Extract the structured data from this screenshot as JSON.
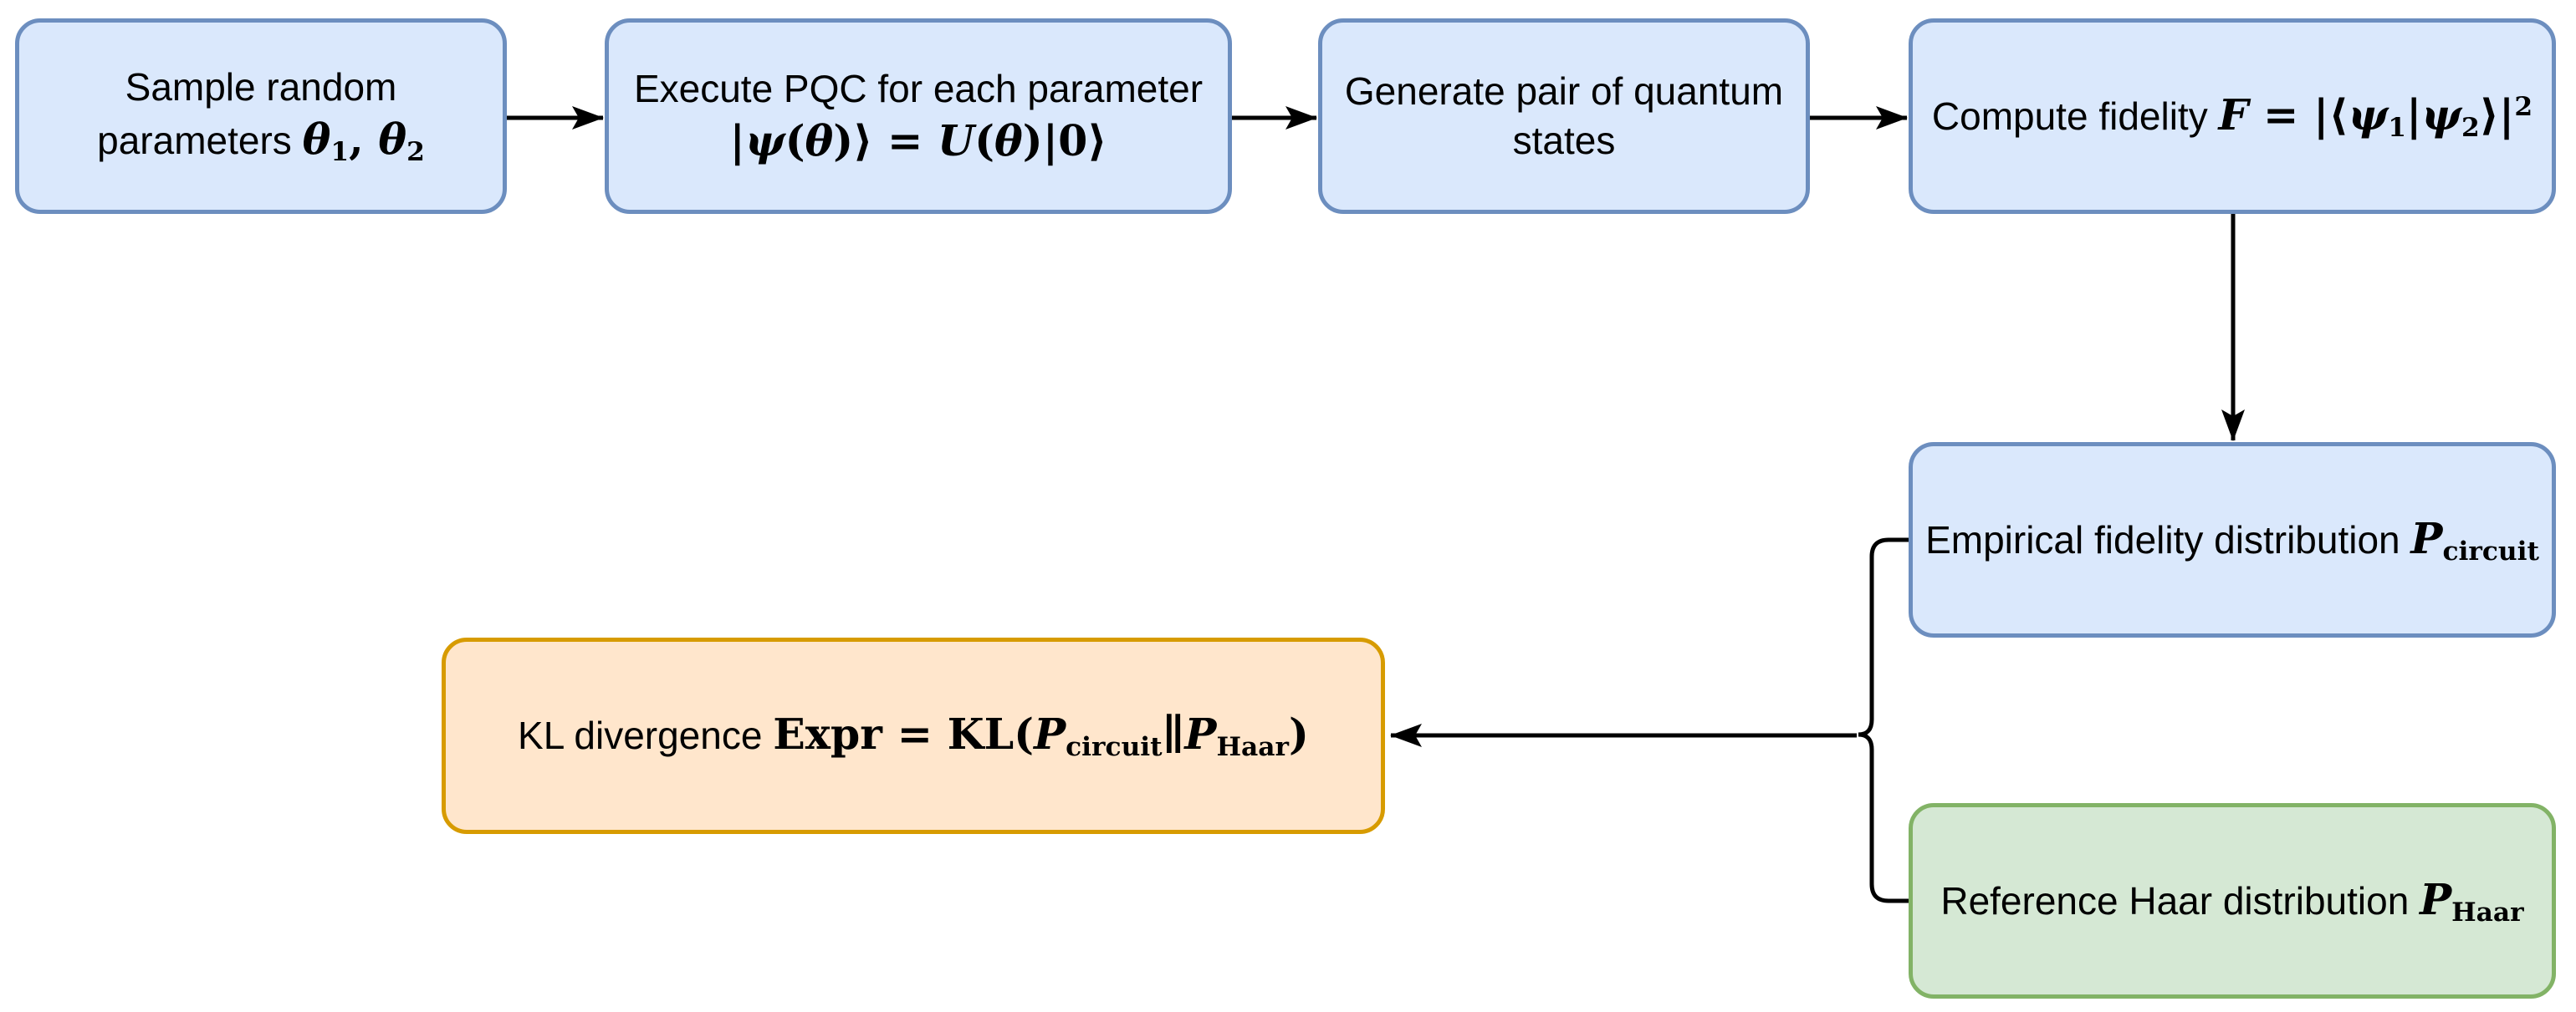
{
  "diagram_title": "PQC expressibility computation flowchart",
  "palette": {
    "node_blue_fill": "#dae8fc",
    "node_blue_stroke": "#6c8ebf",
    "node_green_fill": "#d5e8d4",
    "node_green_stroke": "#82b366",
    "node_orange_fill": "#ffe6cc",
    "node_orange_stroke": "#d79b00",
    "edge_color": "#000000",
    "background": "#ffffff"
  },
  "nodes": [
    {
      "id": "sample-parameters",
      "color": "blue",
      "label": "Sample random parameters θ₁, θ₂",
      "lines": [
        [
          {
            "s": "text",
            "v": "Sample random"
          }
        ],
        [
          {
            "s": "text",
            "v": "parameters "
          },
          {
            "s": "mi",
            "v": "θ"
          },
          {
            "s": "sub",
            "v": "1"
          },
          {
            "s": "mo",
            "v": ", "
          },
          {
            "s": "mi",
            "v": "θ"
          },
          {
            "s": "sub",
            "v": "2"
          }
        ]
      ]
    },
    {
      "id": "execute-pqc",
      "color": "blue",
      "label": "Execute PQC for each parameter |ψ(θ)⟩ = U(θ)|0⟩",
      "lines": [
        [
          {
            "s": "text",
            "v": "Execute PQC for each parameter"
          }
        ],
        [
          {
            "s": "mo",
            "v": "|"
          },
          {
            "s": "mi",
            "v": "ψ"
          },
          {
            "s": "mo",
            "v": "("
          },
          {
            "s": "mi",
            "v": "θ"
          },
          {
            "s": "mo",
            "v": ")⟩ = "
          },
          {
            "s": "mi",
            "v": "U"
          },
          {
            "s": "mo",
            "v": "("
          },
          {
            "s": "mi",
            "v": "θ"
          },
          {
            "s": "mo",
            "v": ")|0⟩"
          }
        ]
      ]
    },
    {
      "id": "generate-pair",
      "color": "blue",
      "label": "Generate pair of quantum states",
      "lines": [
        [
          {
            "s": "text",
            "v": "Generate pair of quantum"
          }
        ],
        [
          {
            "s": "text",
            "v": "states"
          }
        ]
      ]
    },
    {
      "id": "compute-fidelity",
      "color": "blue",
      "label": "Compute fidelity F = |⟨ψ₁|ψ₂⟩|²",
      "lines": [
        [
          {
            "s": "text",
            "v": "Compute fidelity "
          },
          {
            "s": "mi",
            "v": "F"
          },
          {
            "s": "mo",
            "v": " = |⟨"
          },
          {
            "s": "mi",
            "v": "ψ"
          },
          {
            "s": "sub",
            "v": "1"
          },
          {
            "s": "mo",
            "v": "|"
          },
          {
            "s": "mi",
            "v": "ψ"
          },
          {
            "s": "sub",
            "v": "2"
          },
          {
            "s": "mo",
            "v": "⟩|"
          },
          {
            "s": "sup",
            "v": "2"
          }
        ]
      ]
    },
    {
      "id": "empirical-distribution",
      "color": "blue",
      "label": "Empirical fidelity distribution P_circuit",
      "lines": [
        [
          {
            "s": "text",
            "v": "Empirical fidelity distribution "
          },
          {
            "s": "mi",
            "v": "P"
          },
          {
            "s": "sub",
            "v": "circuit"
          }
        ]
      ]
    },
    {
      "id": "haar-distribution",
      "color": "green",
      "label": "Reference Haar distribution P_Haar",
      "lines": [
        [
          {
            "s": "text",
            "v": "Reference Haar distribution "
          },
          {
            "s": "mi",
            "v": "P"
          },
          {
            "s": "sub",
            "v": "Haar"
          }
        ]
      ]
    },
    {
      "id": "kl-divergence",
      "color": "orange",
      "label": "KL divergence Expr = KL(P_circuit∥P_Haar)",
      "lines": [
        [
          {
            "s": "text",
            "v": "KL divergence "
          },
          {
            "s": "mo",
            "v": "Expr"
          },
          {
            "s": "mo",
            "v": " = "
          },
          {
            "s": "mo",
            "v": "KL("
          },
          {
            "s": "mi",
            "v": "P"
          },
          {
            "s": "sub",
            "v": "circuit"
          },
          {
            "s": "mo",
            "v": "∥"
          },
          {
            "s": "mi",
            "v": "P"
          },
          {
            "s": "sub",
            "v": "Haar"
          },
          {
            "s": "mo",
            "v": ")"
          }
        ]
      ]
    }
  ],
  "edges": [
    {
      "id": "arrow-sample-to-execute",
      "from": "sample-parameters",
      "to": "execute-pqc",
      "type": "arrow"
    },
    {
      "id": "arrow-execute-to-generate",
      "from": "execute-pqc",
      "to": "generate-pair",
      "type": "arrow"
    },
    {
      "id": "arrow-generate-to-fidelity",
      "from": "generate-pair",
      "to": "compute-fidelity",
      "type": "arrow"
    },
    {
      "id": "arrow-fidelity-to-empirical",
      "from": "compute-fidelity",
      "to": "empirical-distribution",
      "type": "arrow"
    },
    {
      "id": "brace-merge-connector",
      "from": "empirical-distribution + haar-distribution",
      "to": "merge-point",
      "type": "curly-brace"
    },
    {
      "id": "arrow-merge-to-kl",
      "from": "merge-point",
      "to": "kl-divergence",
      "type": "arrow"
    }
  ]
}
